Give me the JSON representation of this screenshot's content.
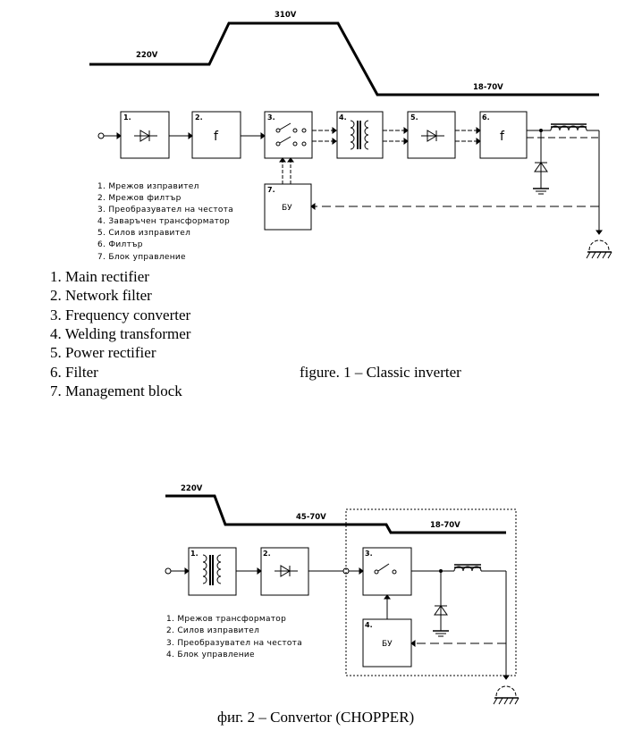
{
  "fig1": {
    "voltages": {
      "v_in": "220V",
      "v_mid": "310V",
      "v_out": "18-70V"
    },
    "block_numbers": [
      "1.",
      "2.",
      "3.",
      "4.",
      "5.",
      "6.",
      "7."
    ],
    "filter_symbol": "f",
    "control_label": "БУ",
    "legend_bg": [
      "1. Мрежов изправител",
      "2. Мрежов филтър",
      "3. Преобразувател на честота",
      "4. Заваръчен трансформатор",
      "5. Силов изправител",
      "6. Филтър",
      "7. Блок управление"
    ],
    "legend_en": [
      "1. Main rectifier",
      "2. Network filter",
      "3. Frequency converter",
      "4. Welding transformer",
      "5. Power rectifier",
      "6. Filter",
      "7. Management block"
    ],
    "caption": "figure. 1 – Classic inverter"
  },
  "fig2": {
    "voltages": {
      "v_in": "220V",
      "v_mid": "45-70V",
      "v_out": "18-70V"
    },
    "block_numbers": [
      "1.",
      "2.",
      "3.",
      "4."
    ],
    "control_label": "БУ",
    "legend_bg": [
      "1. Мрежов трансформатор",
      "2. Силов изправител",
      "3. Преобразувател на честота",
      "4. Блок управление"
    ],
    "caption": "фиг. 2 – Convertor  (CHOPPER)"
  }
}
